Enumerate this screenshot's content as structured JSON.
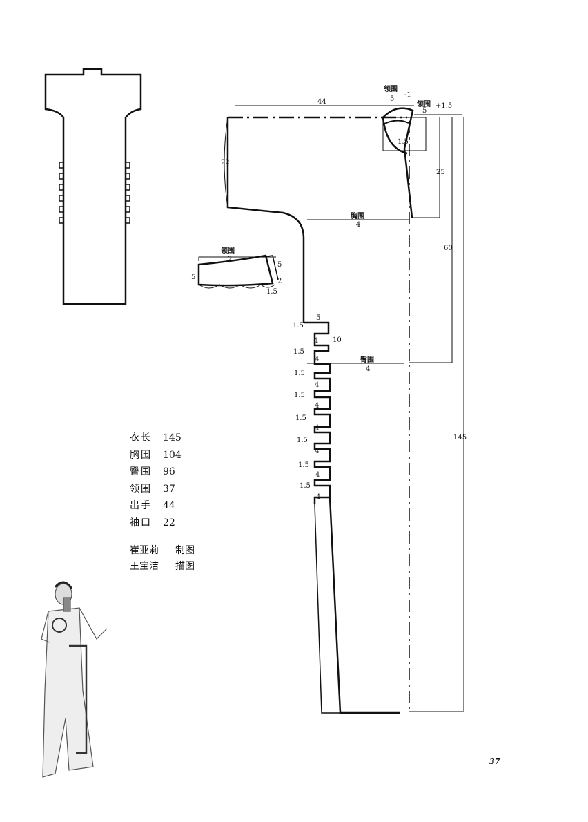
{
  "diagram": {
    "top_width": "44",
    "neck_label_1": "领围",
    "neck_frac_1": "5",
    "neck_minus": "-1",
    "neck_label_2": "领围",
    "neck_frac_2": "5",
    "neck_plus": "+1.5",
    "neck_depth": "1.5",
    "sleeve_cuff": "22",
    "armhole_depth": "25",
    "waist_length": "60",
    "full_length": "145",
    "chest_label": "胸围",
    "chest_frac": "4",
    "hip_label": "臀围",
    "hip_frac": "4",
    "collar": {
      "label": "领围",
      "frac": "2",
      "height_left": "5",
      "height_right": "5",
      "rise": "2",
      "offset": "1.5"
    },
    "placket": {
      "top": "5",
      "height": "10",
      "steps": [
        "1.5",
        "1.5",
        "1.5",
        "1.5",
        "1.5",
        "1.5",
        "1.5",
        "1.5"
      ],
      "tab": "4"
    }
  },
  "specs": [
    {
      "label": "衣长",
      "value": "145"
    },
    {
      "label": "胸围",
      "value": "104"
    },
    {
      "label": "臀围",
      "value": "96"
    },
    {
      "label": "领围",
      "value": "37"
    },
    {
      "label": "出手",
      "value": "44"
    },
    {
      "label": "袖口",
      "value": "22"
    }
  ],
  "credits": [
    {
      "name": "崔亚莉",
      "role": "制图"
    },
    {
      "name": "王宝洁",
      "role": "描图"
    }
  ],
  "page_number": "37"
}
